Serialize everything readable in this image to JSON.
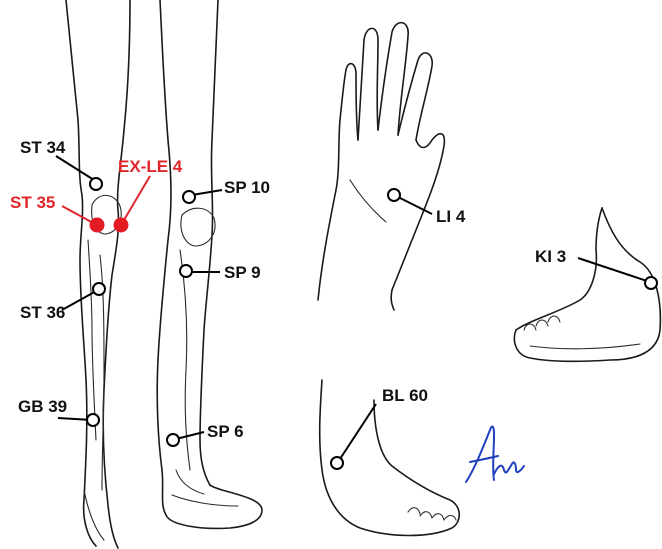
{
  "colors": {
    "line": "#1a1a1a",
    "point_outline": "#000000",
    "highlight_red": "#e31b23",
    "signature_blue": "#1f3fbf"
  },
  "points": {
    "st34": "ST 34",
    "ex_le4": "EX-LE 4",
    "st35": "ST 35",
    "sp10": "SP 10",
    "sp9": "SP 9",
    "st36": "ST 36",
    "gb39": "GB 39",
    "sp6": "SP 6",
    "li4": "LI 4",
    "ki3": "KI 3",
    "bl60": "BL 60"
  },
  "drawings": {
    "legs": "leg-front-and-medial-view",
    "hand": "hand-dorsal-view",
    "foot_medial": "foot-medial-view",
    "foot_lateral": "foot-lateral-view",
    "signature": "handwritten-signature"
  }
}
